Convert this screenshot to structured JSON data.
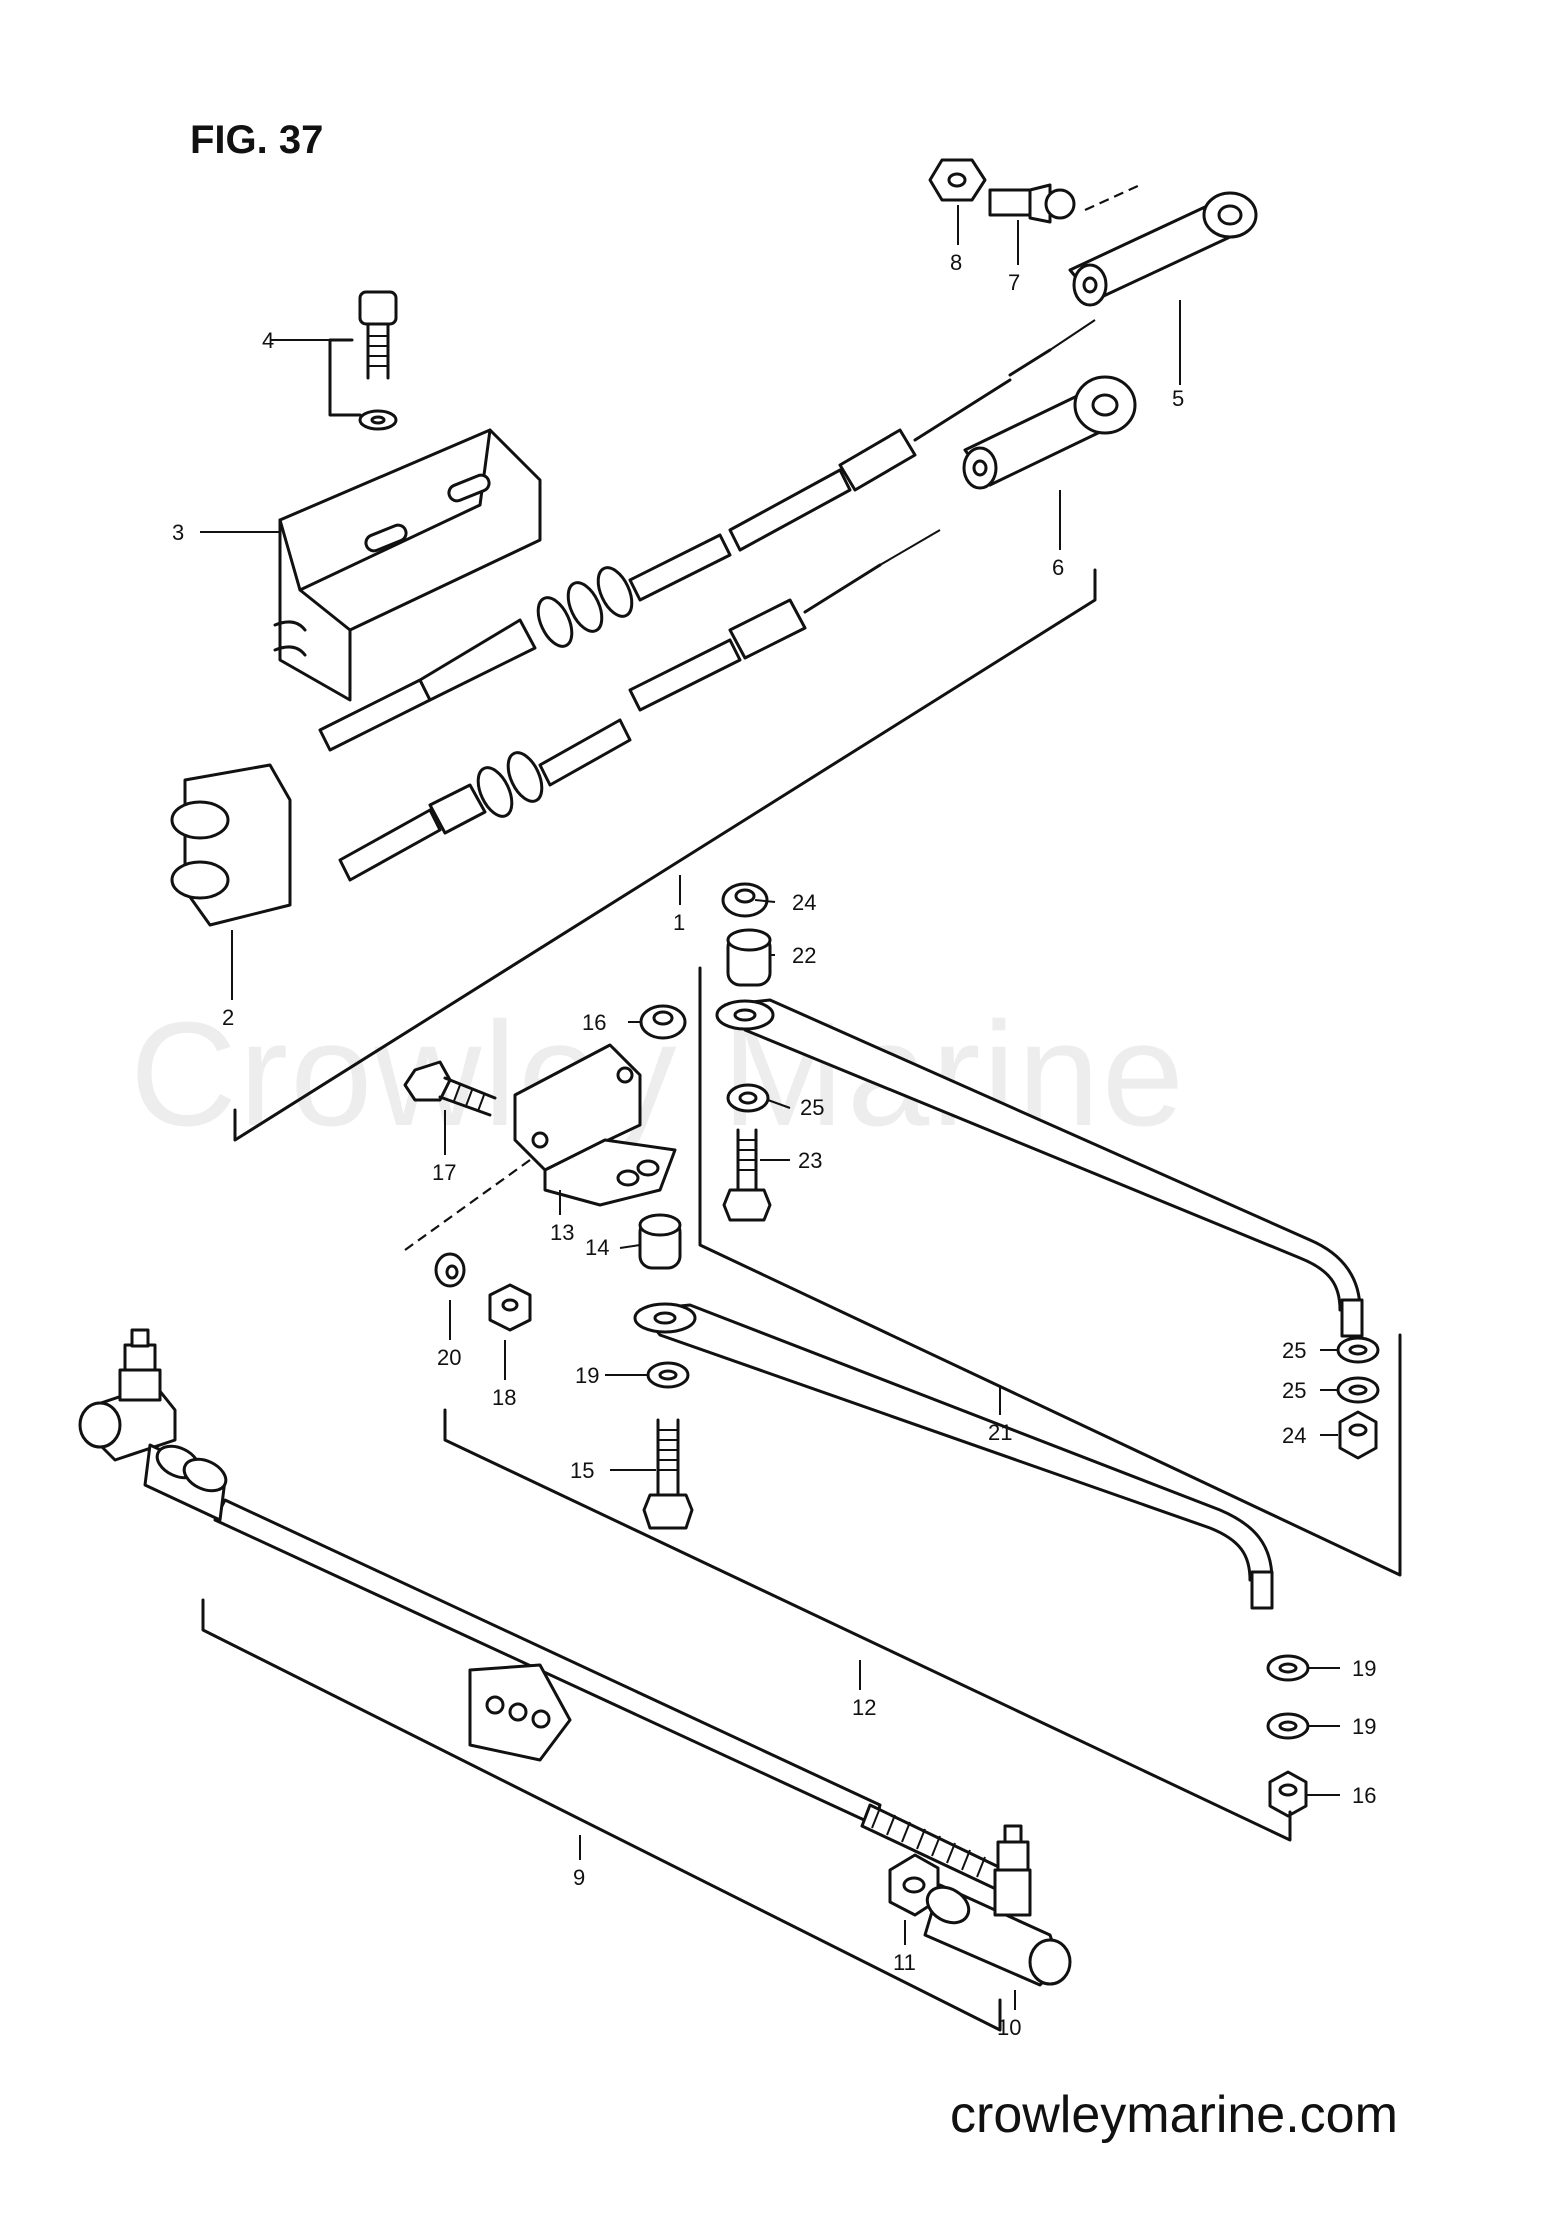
{
  "figure": {
    "title": "FIG. 37"
  },
  "watermark": "Crowley Marine",
  "footer": {
    "site": "crowleymarine.com"
  },
  "callouts": [
    {
      "id": "1",
      "text": "1"
    },
    {
      "id": "2",
      "text": "2"
    },
    {
      "id": "3",
      "text": "3"
    },
    {
      "id": "4",
      "text": "4"
    },
    {
      "id": "5",
      "text": "5"
    },
    {
      "id": "6",
      "text": "6"
    },
    {
      "id": "7",
      "text": "7"
    },
    {
      "id": "8",
      "text": "8"
    },
    {
      "id": "9",
      "text": "9"
    },
    {
      "id": "10",
      "text": "10"
    },
    {
      "id": "11",
      "text": "11"
    },
    {
      "id": "12",
      "text": "12"
    },
    {
      "id": "13",
      "text": "13"
    },
    {
      "id": "14",
      "text": "14"
    },
    {
      "id": "15",
      "text": "15"
    },
    {
      "id": "16a",
      "text": "16"
    },
    {
      "id": "16b",
      "text": "16"
    },
    {
      "id": "17",
      "text": "17"
    },
    {
      "id": "18",
      "text": "18"
    },
    {
      "id": "19a",
      "text": "19"
    },
    {
      "id": "19b",
      "text": "19"
    },
    {
      "id": "19c",
      "text": "19"
    },
    {
      "id": "20",
      "text": "20"
    },
    {
      "id": "21",
      "text": "21"
    },
    {
      "id": "22",
      "text": "22"
    },
    {
      "id": "23",
      "text": "23"
    },
    {
      "id": "24a",
      "text": "24"
    },
    {
      "id": "24b",
      "text": "24"
    },
    {
      "id": "25a",
      "text": "25"
    },
    {
      "id": "25b",
      "text": "25"
    },
    {
      "id": "25c",
      "text": "25"
    }
  ]
}
